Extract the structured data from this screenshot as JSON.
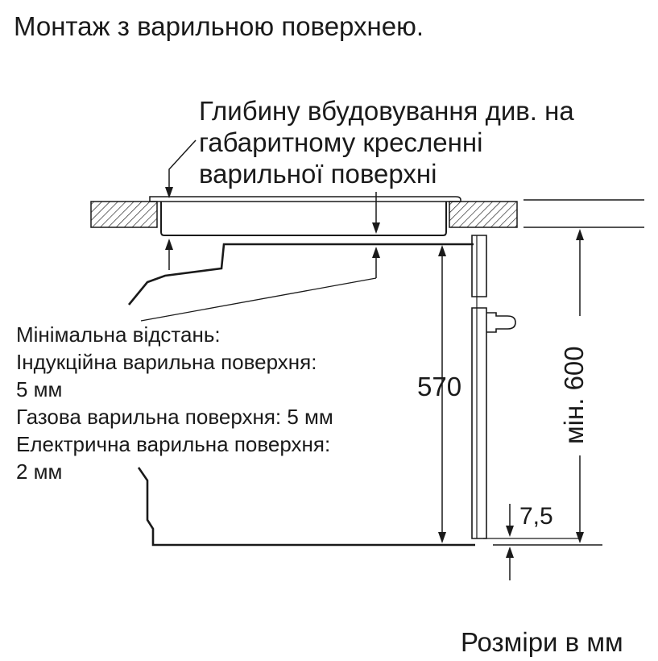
{
  "title": "Монтаж з варильною поверхнею.",
  "depth_note_lines": [
    "Глибину вбудовування див. на",
    "габаритному кресленні",
    "варильної поверхні"
  ],
  "clearance": {
    "heading": "Мінімальна відстань:",
    "induction_line1": "Індукційна варильна поверхня:",
    "induction_line2": "5 мм",
    "gas": "Газова варильна поверхня: 5 мм",
    "electric_line1": "Електрична варильна поверхня:",
    "electric_line2": "2 мм"
  },
  "dimensions": {
    "oven_height": "570",
    "min_niche_height": "мін. 600",
    "front_offset": "7,5"
  },
  "units_note": "Розміри в мм",
  "colors": {
    "line": "#1a1a1a",
    "background": "#ffffff"
  }
}
